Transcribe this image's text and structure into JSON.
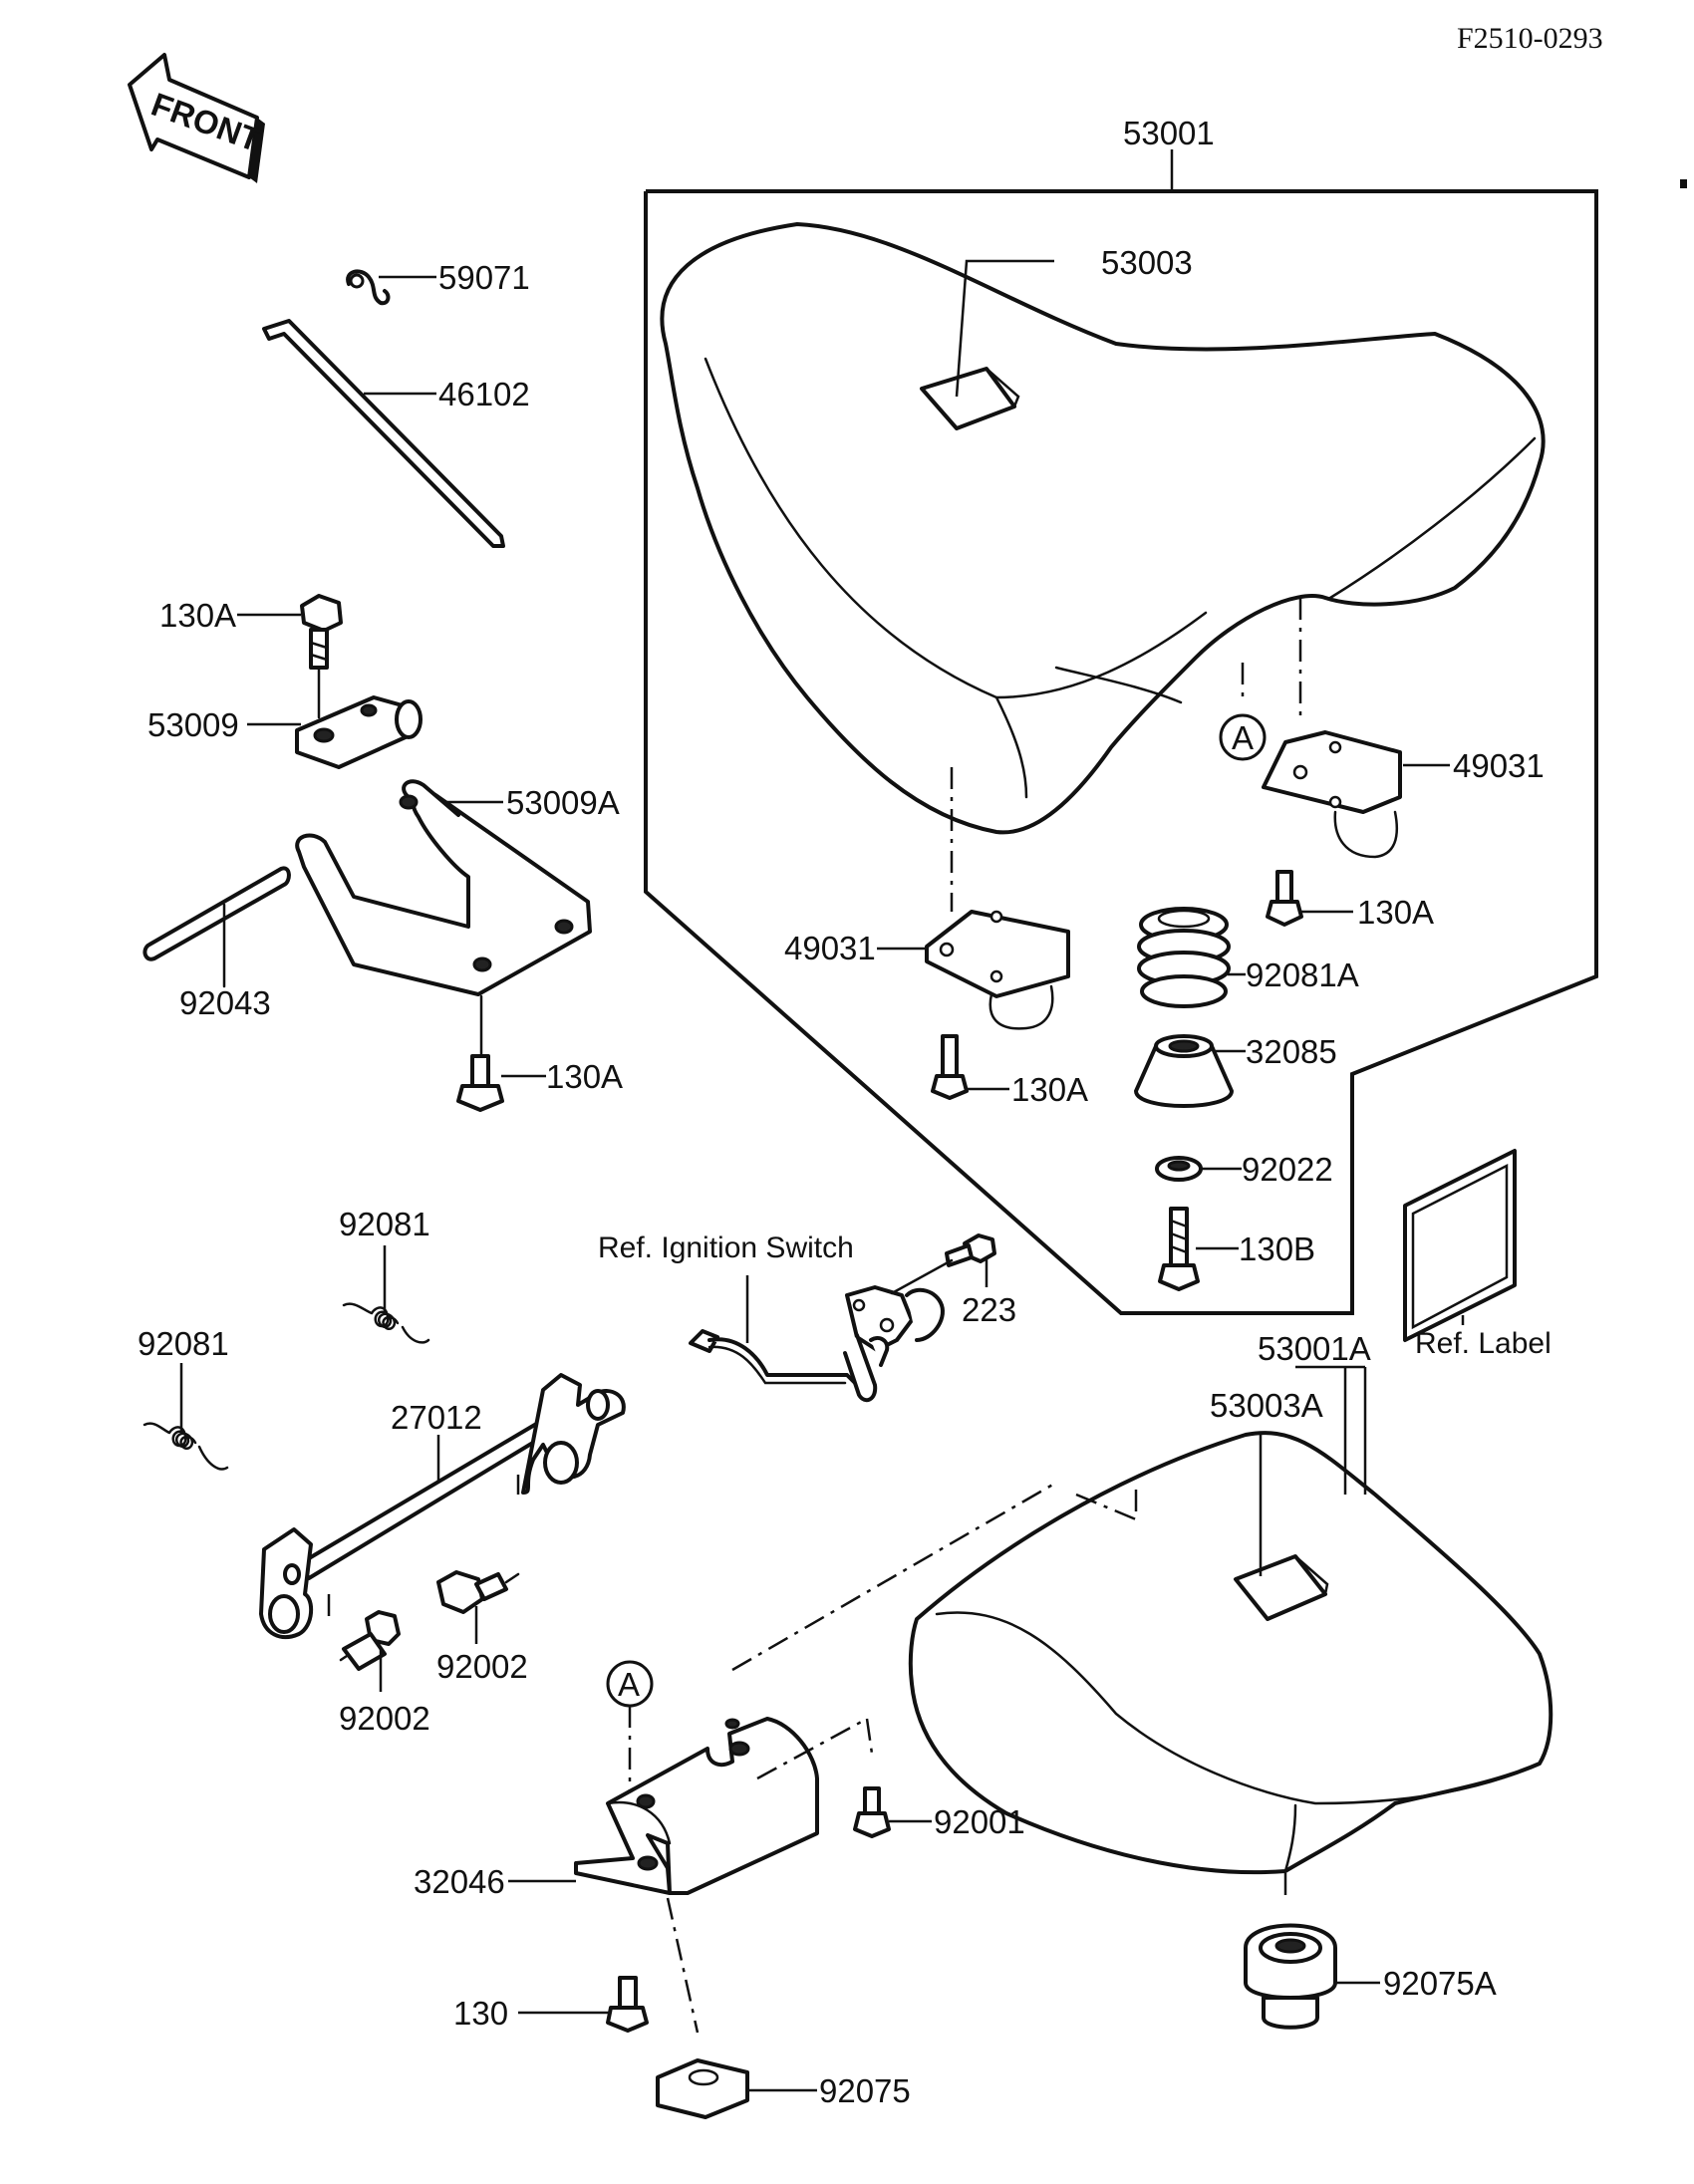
{
  "doc_id": "F2510-0293",
  "front_arrow": {
    "label": "FRONT"
  },
  "section_markers": [
    "A",
    "A"
  ],
  "parts": {
    "p53001": "53001",
    "p53003": "53003",
    "p59071": "59071",
    "p46102": "46102",
    "p130A_top": "130A",
    "p53009": "53009",
    "p53009A": "53009A",
    "p92043": "92043",
    "p130A_lower": "130A",
    "p49031_right": "49031",
    "p130A_right": "130A",
    "p49031_left": "49031",
    "p92081A": "92081A",
    "p130A_mid": "130A",
    "p32085": "32085",
    "p92022": "92022",
    "p130B": "130B",
    "p92081_a": "92081",
    "p92081_b": "92081",
    "p27012": "27012",
    "p223": "223",
    "p92002_a": "92002",
    "p92002_b": "92002",
    "p53001A": "53001A",
    "p53003A": "53003A",
    "p92001": "92001",
    "p32046": "32046",
    "p130": "130",
    "p92075A": "92075A",
    "p92075": "92075"
  },
  "references": {
    "ignition_switch": "Ref. Ignition Switch",
    "label": "Ref. Label"
  }
}
